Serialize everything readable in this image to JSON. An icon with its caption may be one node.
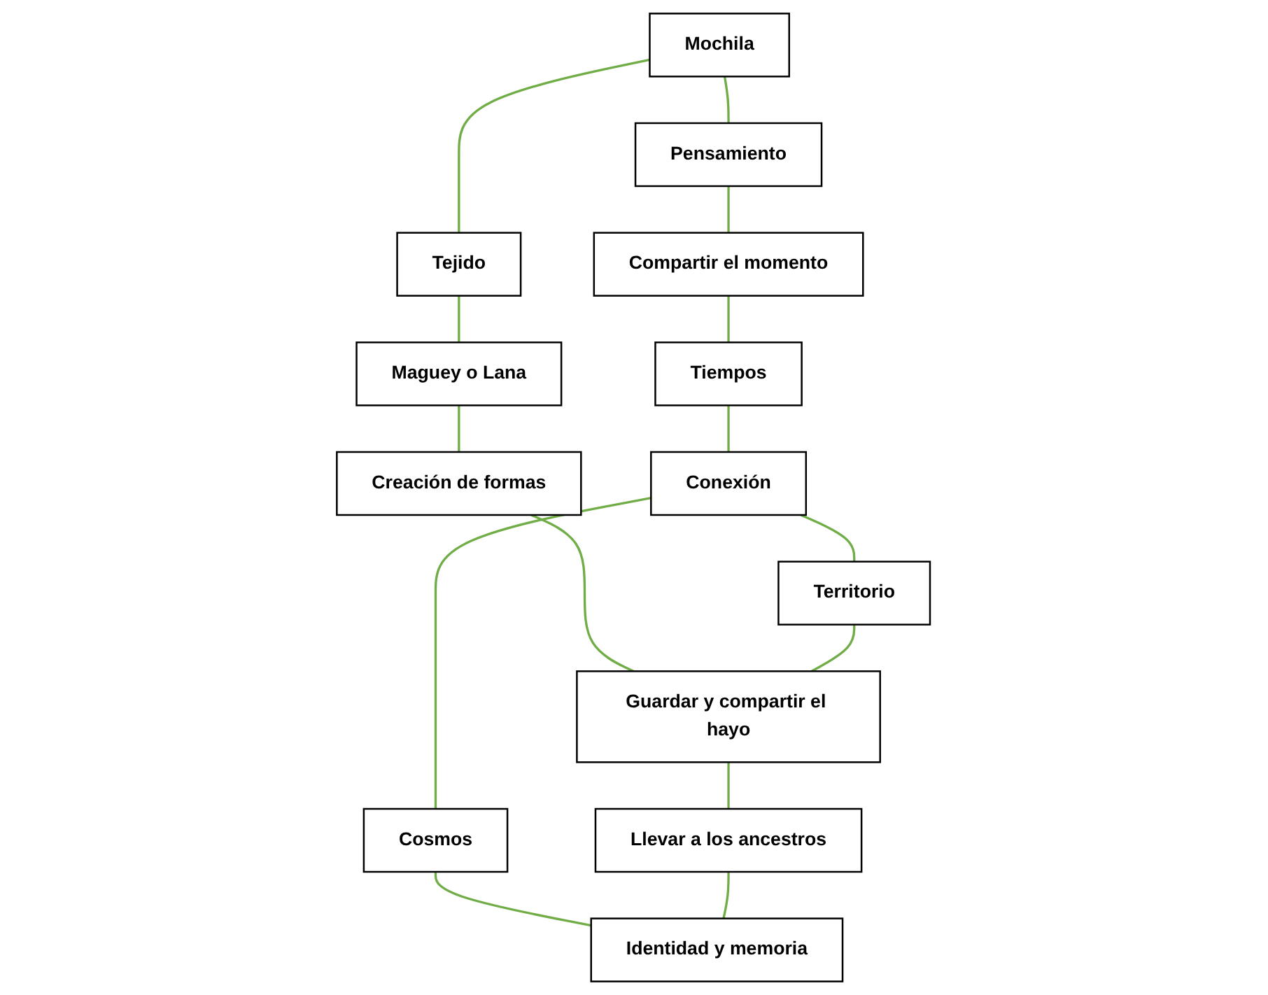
{
  "diagram": {
    "nodes": [
      {
        "text": [
          "Mochila"
        ]
      },
      {
        "text": [
          "Pensamiento"
        ]
      },
      {
        "text": [
          "Tejido"
        ]
      },
      {
        "text": [
          "Compartir el momento"
        ]
      },
      {
        "text": [
          "Maguey o Lana"
        ]
      },
      {
        "text": [
          "Tiempos"
        ]
      },
      {
        "text": [
          "Creación de formas"
        ]
      },
      {
        "text": [
          "Conexión"
        ]
      },
      {
        "text": [
          "Territorio"
        ]
      },
      {
        "text": [
          "Guardar y compartir el hayo"
        ]
      },
      {
        "text": [
          "Cosmos"
        ]
      },
      {
        "text": [
          "Llevar a los ancestros"
        ]
      },
      {
        "text": [
          "Identidad y memoria"
        ]
      }
    ],
    "edges": [
      {
        "from": 0,
        "to": 1,
        "arrow": "none"
      },
      {
        "from": 0,
        "to": 2,
        "arrow": "none"
      },
      {
        "from": 1,
        "to": 3,
        "arrow": "none"
      },
      {
        "from": 2,
        "to": 4,
        "arrow": "none"
      },
      {
        "from": 3,
        "to": 5,
        "arrow": "none"
      },
      {
        "from": 4,
        "to": 6,
        "arrow": "none"
      },
      {
        "from": 5,
        "to": 7,
        "arrow": "none"
      },
      {
        "from": 6,
        "to": 9,
        "arrow": "none"
      },
      {
        "from": 7,
        "to": 8,
        "arrow": "none"
      },
      {
        "from": 8,
        "to": 9,
        "arrow": "none"
      },
      {
        "from": 7,
        "to": 10,
        "arrow": "none"
      },
      {
        "from": 9,
        "to": 11,
        "arrow": "none"
      },
      {
        "from": 10,
        "to": 12,
        "arrow": "none"
      },
      {
        "from": 11,
        "to": 12,
        "arrow": "none"
      }
    ]
  }
}
